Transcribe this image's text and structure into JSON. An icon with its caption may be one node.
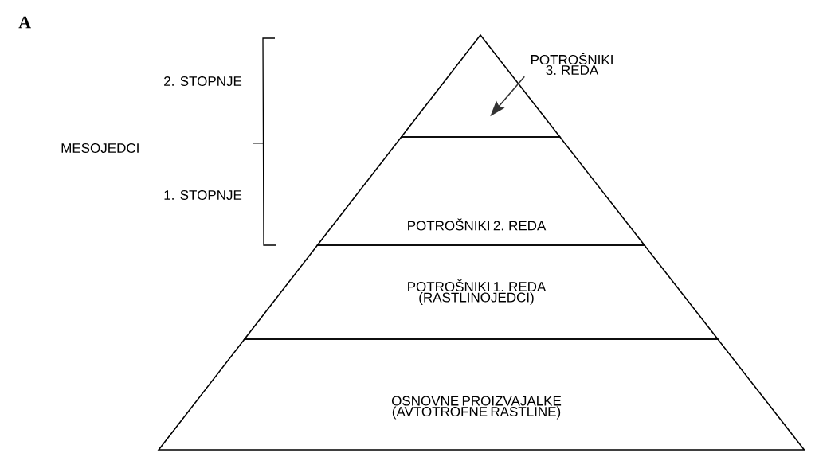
{
  "diagram": {
    "nodes": [
      {
        "text": [
          "POTROŠNIKI 3. REDA"
        ]
      },
      {
        "text": [],
        "shape": "triangle"
      },
      {
        "text": [
          "POTROŠNIKI 2. REDA"
        ]
      },
      {
        "text": [
          "POTROŠNIKI 1. REDA (RASTLINOJEDCI)"
        ]
      },
      {
        "text": [
          "OSNOVNE PROIZVAJALKE (AVTOTROFNE RASTLINE)"
        ]
      }
    ],
    "edges": [
      {
        "from": 0,
        "to": 1,
        "arrow": "to"
      }
    ],
    "labels": [
      "A",
      "2. STOPNJE",
      "MESOJEDCI",
      "1. STOPNJE"
    ]
  }
}
